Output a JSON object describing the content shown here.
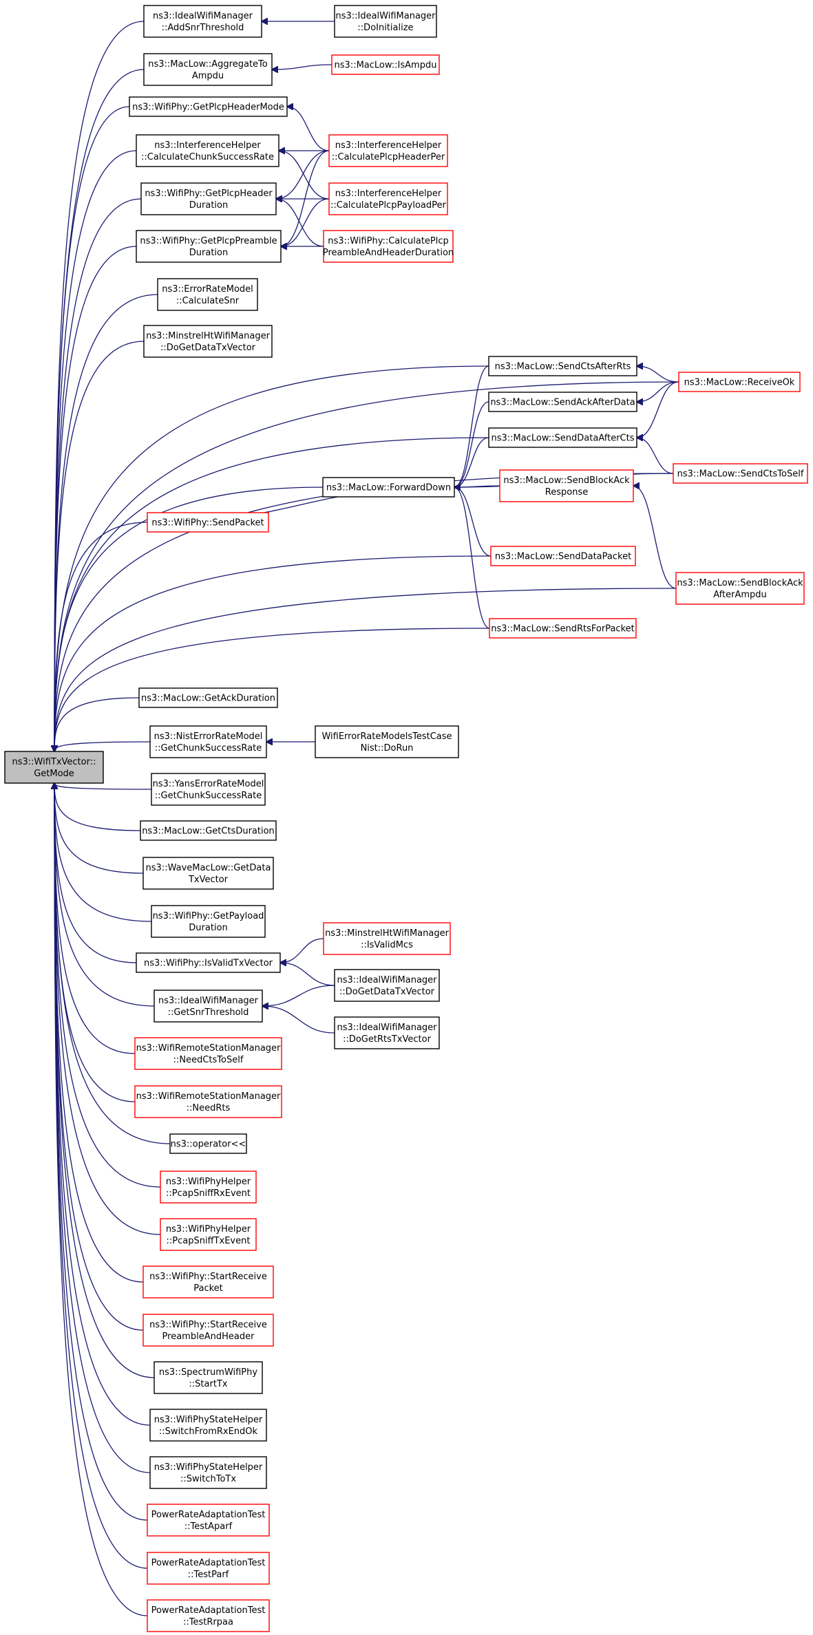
{
  "diagram": {
    "nodes": {
      "root": {
        "lines": [
          "ns3::WifiTxVector::",
          "GetMode"
        ],
        "style": "root"
      },
      "a1": {
        "lines": [
          "ns3::IdealWifiManager",
          "::AddSnrThreshold"
        ],
        "style": "black"
      },
      "a2": {
        "lines": [
          "ns3::MacLow::AggregateTo",
          "Ampdu"
        ],
        "style": "black"
      },
      "a3": {
        "lines": [
          "ns3::WifiPhy::GetPlcpHeaderMode"
        ],
        "style": "black"
      },
      "a4": {
        "lines": [
          "ns3::InterferenceHelper",
          "::CalculateChunkSuccessRate"
        ],
        "style": "black"
      },
      "a5": {
        "lines": [
          "ns3::WifiPhy::GetPlcpHeader",
          "Duration"
        ],
        "style": "black"
      },
      "a6": {
        "lines": [
          "ns3::WifiPhy::GetPlcpPreamble",
          "Duration"
        ],
        "style": "black"
      },
      "a7": {
        "lines": [
          "ns3::ErrorRateModel",
          "::CalculateSnr"
        ],
        "style": "black"
      },
      "a8": {
        "lines": [
          "ns3::MinstrelHtWifiManager",
          "::DoGetDataTxVector"
        ],
        "style": "black"
      },
      "a9": {
        "lines": [
          "ns3::WifiPhy::SendPacket"
        ],
        "style": "red"
      },
      "fwd": {
        "lines": [
          "ns3::MacLow::ForwardDown"
        ],
        "style": "black"
      },
      "a10": {
        "lines": [
          "ns3::MacLow::GetAckDuration"
        ],
        "style": "black"
      },
      "a11": {
        "lines": [
          "ns3::NistErrorRateModel",
          "::GetChunkSuccessRate"
        ],
        "style": "black"
      },
      "a12": {
        "lines": [
          "ns3::YansErrorRateModel",
          "::GetChunkSuccessRate"
        ],
        "style": "black"
      },
      "a13": {
        "lines": [
          "ns3::MacLow::GetCtsDuration"
        ],
        "style": "black"
      },
      "a14": {
        "lines": [
          "ns3::WaveMacLow::GetData",
          "TxVector"
        ],
        "style": "black"
      },
      "a15": {
        "lines": [
          "ns3::WifiPhy::GetPayload",
          "Duration"
        ],
        "style": "black"
      },
      "a16": {
        "lines": [
          "ns3::WifiPhy::IsValidTxVector"
        ],
        "style": "black"
      },
      "a17": {
        "lines": [
          "ns3::IdealWifiManager",
          "::GetSnrThreshold"
        ],
        "style": "black"
      },
      "a18": {
        "lines": [
          "ns3::WifiRemoteStationManager",
          "::NeedCtsToSelf"
        ],
        "style": "red"
      },
      "a19": {
        "lines": [
          "ns3::WifiRemoteStationManager",
          "::NeedRts"
        ],
        "style": "red"
      },
      "a20": {
        "lines": [
          "ns3::operator<<"
        ],
        "style": "black"
      },
      "a21": {
        "lines": [
          "ns3::WifiPhyHelper",
          "::PcapSniffRxEvent"
        ],
        "style": "red"
      },
      "a22": {
        "lines": [
          "ns3::WifiPhyHelper",
          "::PcapSniffTxEvent"
        ],
        "style": "red"
      },
      "a23": {
        "lines": [
          "ns3::WifiPhy::StartReceive",
          "Packet"
        ],
        "style": "red"
      },
      "a24": {
        "lines": [
          "ns3::WifiPhy::StartReceive",
          "PreambleAndHeader"
        ],
        "style": "red"
      },
      "a25": {
        "lines": [
          "ns3::SpectrumWifiPhy",
          "::StartTx"
        ],
        "style": "black"
      },
      "a26": {
        "lines": [
          "ns3::WifiPhyStateHelper",
          "::SwitchFromRxEndOk"
        ],
        "style": "black"
      },
      "a27": {
        "lines": [
          "ns3::WifiPhyStateHelper",
          "::SwitchToTx"
        ],
        "style": "black"
      },
      "a28": {
        "lines": [
          "PowerRateAdaptationTest",
          "::TestAparf"
        ],
        "style": "red"
      },
      "a29": {
        "lines": [
          "PowerRateAdaptationTest",
          "::TestParf"
        ],
        "style": "red"
      },
      "a30": {
        "lines": [
          "PowerRateAdaptationTest",
          "::TestRrpaa"
        ],
        "style": "red"
      },
      "b1": {
        "lines": [
          "ns3::IdealWifiManager",
          "::DoInitialize"
        ],
        "style": "black"
      },
      "b2": {
        "lines": [
          "ns3::MacLow::IsAmpdu"
        ],
        "style": "red"
      },
      "b3": {
        "lines": [
          "ns3::InterferenceHelper",
          "::CalculatePlcpHeaderPer"
        ],
        "style": "red"
      },
      "b4": {
        "lines": [
          "ns3::InterferenceHelper",
          "::CalculatePlcpPayloadPer"
        ],
        "style": "red"
      },
      "b5": {
        "lines": [
          "ns3::WifiPhy::CalculatePlcp",
          "PreambleAndHeaderDuration"
        ],
        "style": "red"
      },
      "b6": {
        "lines": [
          "ns3::MacLow::SendCtsAfterRts"
        ],
        "style": "black"
      },
      "b7": {
        "lines": [
          "ns3::MacLow::SendAckAfterData"
        ],
        "style": "black"
      },
      "b8": {
        "lines": [
          "ns3::MacLow::SendDataAfterCts"
        ],
        "style": "black"
      },
      "b9": {
        "lines": [
          "ns3::MacLow::SendBlockAck",
          "Response"
        ],
        "style": "red"
      },
      "b10": {
        "lines": [
          "ns3::MacLow::SendDataPacket"
        ],
        "style": "red"
      },
      "b11": {
        "lines": [
          "ns3::MacLow::SendRtsForPacket"
        ],
        "style": "red"
      },
      "b12": {
        "lines": [
          "WifiErrorRateModelsTestCase",
          "Nist::DoRun"
        ],
        "style": "black"
      },
      "b13": {
        "lines": [
          "ns3::MinstrelHtWifiManager",
          "::IsValidMcs"
        ],
        "style": "red"
      },
      "b14": {
        "lines": [
          "ns3::IdealWifiManager",
          "::DoGetDataTxVector"
        ],
        "style": "black"
      },
      "b15": {
        "lines": [
          "ns3::IdealWifiManager",
          "::DoGetRtsTxVector"
        ],
        "style": "black"
      },
      "c1": {
        "lines": [
          "ns3::MacLow::ReceiveOk"
        ],
        "style": "red"
      },
      "c2": {
        "lines": [
          "ns3::MacLow::SendCtsToSelf"
        ],
        "style": "red"
      },
      "c3": {
        "lines": [
          "ns3::MacLow::SendBlockAck",
          "AfterAmpdu"
        ],
        "style": "red"
      }
    },
    "edges": [
      [
        "a1",
        "root"
      ],
      [
        "a2",
        "root"
      ],
      [
        "a3",
        "root"
      ],
      [
        "a4",
        "root"
      ],
      [
        "a5",
        "root"
      ],
      [
        "a6",
        "root"
      ],
      [
        "a7",
        "root"
      ],
      [
        "a8",
        "root"
      ],
      [
        "a9",
        "root"
      ],
      [
        "fwd",
        "root"
      ],
      [
        "a10",
        "root"
      ],
      [
        "a11",
        "root"
      ],
      [
        "a12",
        "root"
      ],
      [
        "a13",
        "root"
      ],
      [
        "a14",
        "root"
      ],
      [
        "a15",
        "root"
      ],
      [
        "a16",
        "root"
      ],
      [
        "a17",
        "root"
      ],
      [
        "a18",
        "root"
      ],
      [
        "a19",
        "root"
      ],
      [
        "a20",
        "root"
      ],
      [
        "a21",
        "root"
      ],
      [
        "a22",
        "root"
      ],
      [
        "a23",
        "root"
      ],
      [
        "a24",
        "root"
      ],
      [
        "a25",
        "root"
      ],
      [
        "a26",
        "root"
      ],
      [
        "a27",
        "root"
      ],
      [
        "a28",
        "root"
      ],
      [
        "a29",
        "root"
      ],
      [
        "a30",
        "root"
      ],
      [
        "b6",
        "root"
      ],
      [
        "b8",
        "root"
      ],
      [
        "b10",
        "root"
      ],
      [
        "b11",
        "root"
      ],
      [
        "c1",
        "root"
      ],
      [
        "c2",
        "root"
      ],
      [
        "c3",
        "root"
      ],
      [
        "b1",
        "a1"
      ],
      [
        "b2",
        "a2"
      ],
      [
        "b3",
        "a3"
      ],
      [
        "b3",
        "a4"
      ],
      [
        "b4",
        "a4"
      ],
      [
        "b3",
        "a5"
      ],
      [
        "b4",
        "a5"
      ],
      [
        "b5",
        "a5"
      ],
      [
        "b3",
        "a6"
      ],
      [
        "b4",
        "a6"
      ],
      [
        "b5",
        "a6"
      ],
      [
        "a9",
        "fwd"
      ],
      [
        "b6",
        "fwd"
      ],
      [
        "b7",
        "fwd"
      ],
      [
        "b8",
        "fwd"
      ],
      [
        "b9",
        "fwd"
      ],
      [
        "b10",
        "fwd"
      ],
      [
        "b11",
        "fwd"
      ],
      [
        "c2",
        "fwd"
      ],
      [
        "c1",
        "b6"
      ],
      [
        "c1",
        "b7"
      ],
      [
        "c1",
        "b8"
      ],
      [
        "c2",
        "b8"
      ],
      [
        "c3",
        "b9"
      ],
      [
        "b12",
        "a11"
      ],
      [
        "b13",
        "a16"
      ],
      [
        "b14",
        "a16"
      ],
      [
        "b14",
        "a17"
      ],
      [
        "b15",
        "a17"
      ]
    ]
  }
}
